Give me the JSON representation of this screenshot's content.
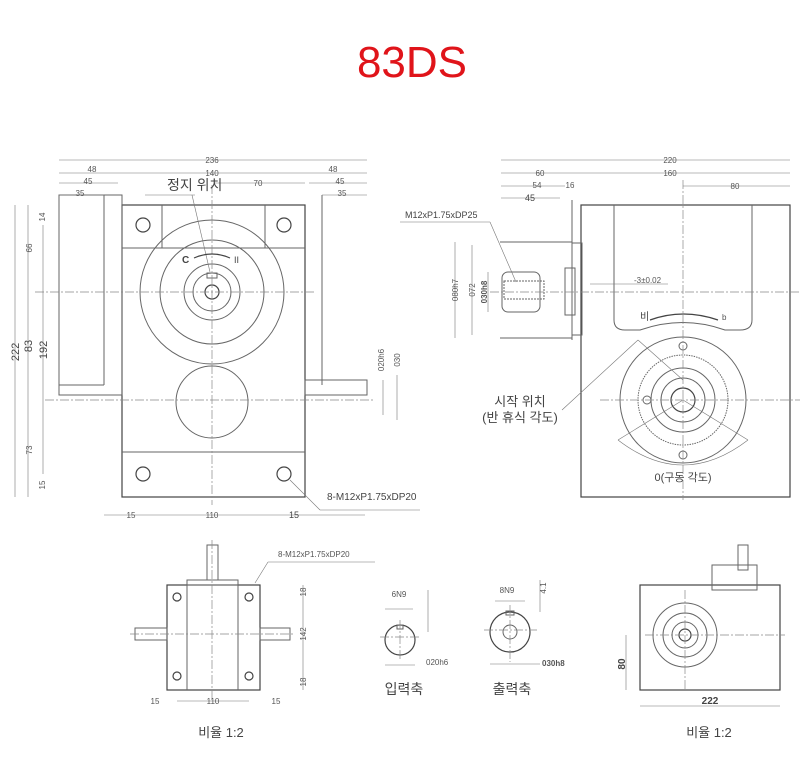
{
  "title": "83DS",
  "front_view": {
    "dims": {
      "overall_width": "236",
      "left_flange": "48",
      "left_45": "45",
      "left_35": "35",
      "center_width": "140",
      "half_70": "70",
      "right_flange": "48",
      "right_45": "45",
      "right_35": "35",
      "height_222": "222",
      "height_83": "83",
      "height_192": "192",
      "top_14": "14",
      "upper_66": "66",
      "lower_73": "73",
      "bottom_15": "15",
      "bolt_15_left": "15",
      "bolt_110": "110",
      "bolt_15_right": "15",
      "shaft_d20": "020h6",
      "shaft_d30": "030"
    },
    "labels": {
      "stop_position": "정지 위치",
      "mark_c": "C",
      "mark_ii": "II",
      "bolt_spec": "8-M12xP1.75xDP20"
    }
  },
  "side_view": {
    "dims": {
      "overall_220": "220",
      "d60": "60",
      "d160": "160",
      "d54": "54",
      "d16": "16",
      "d80": "80",
      "d45": "45",
      "d_80h7": "080h7",
      "d72": "072",
      "d_30h8": "030h8",
      "offset": "-3±0.02"
    },
    "labels": {
      "tap_spec": "M12xP1.75xDP25",
      "start_position_1": "시작 위치",
      "start_position_2": "(반 휴식 각도)",
      "drive_angle": "0(구동 각도)",
      "mark_bi": "비",
      "mark_b": "b"
    }
  },
  "bottom_views": {
    "top_view": {
      "bolt_spec": "8-M12xP1.75xDP20",
      "d18_top": "18",
      "d142": "142",
      "d18_bottom": "18",
      "d15_left": "15",
      "d110": "110",
      "d15_right": "15",
      "scale": "비율 1:2"
    },
    "input_shaft": {
      "key": "6N9",
      "diameter": "020h6",
      "label": "입력축"
    },
    "output_shaft": {
      "key": "8N9",
      "depth": "4.1",
      "diameter": "030h8",
      "label": "출력축"
    },
    "end_view": {
      "height": "80",
      "width": "222",
      "scale": "비율 1:2"
    }
  }
}
